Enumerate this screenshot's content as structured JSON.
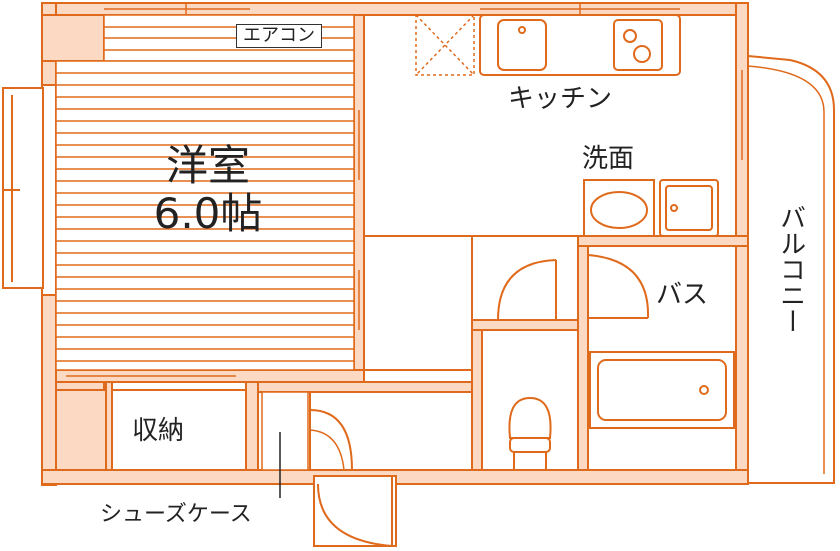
{
  "labels": {
    "western_room": "洋室",
    "room_size": "6.0帖",
    "air_conditioner": "エアコン",
    "kitchen": "キッチン",
    "washroom": "洗面",
    "bath": "バス",
    "storage": "収納",
    "shoe_case": "シューズケース",
    "balcony": "バルコニー"
  },
  "colors": {
    "wall_fill": "#fbd9c2",
    "line": "#e06a1c",
    "text": "#222222"
  }
}
